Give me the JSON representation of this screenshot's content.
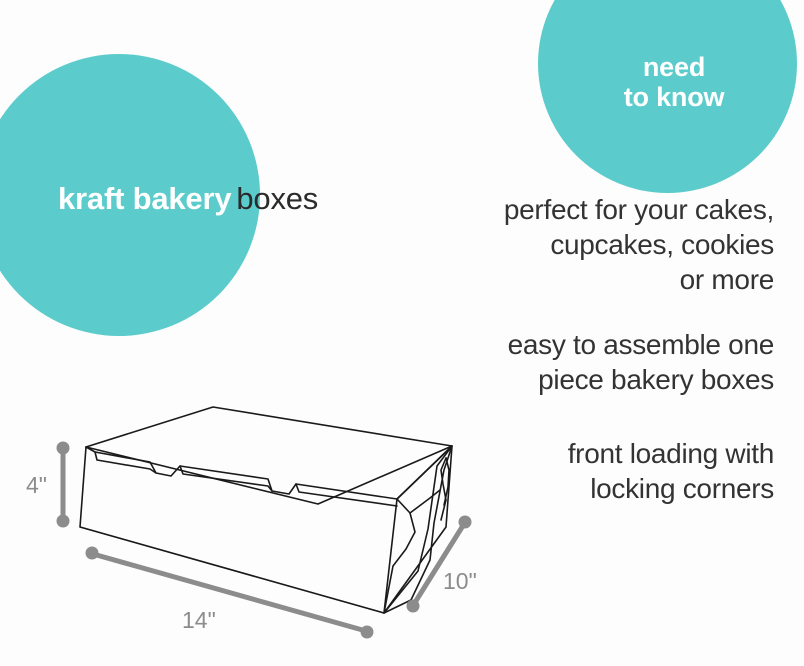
{
  "colors": {
    "teal": "#5bcccb",
    "background": "#fdfdfd",
    "body_text": "#333333",
    "headline_dark": "#2b2b2b",
    "dimension_gray": "#8c8c8c",
    "line_art": "#1a1a1a"
  },
  "headline": {
    "emphasis": "kraft bakery",
    "rest": "boxes"
  },
  "badge": {
    "line1": "need",
    "line2": "to know"
  },
  "features": [
    {
      "id": "feature-1",
      "lines": [
        "perfect for your cakes,",
        "cupcakes, cookies",
        "or more"
      ],
      "text": "perfect for your cakes, cupcakes, cookies or more"
    },
    {
      "id": "feature-2",
      "lines": [
        "easy to assemble one",
        "piece bakery boxes"
      ],
      "text": "easy to assemble one piece bakery boxes"
    },
    {
      "id": "feature-3",
      "lines": [
        "front loading with",
        "locking corners"
      ],
      "text": "front loading with locking corners"
    }
  ],
  "dimensions": {
    "height": "4\"",
    "width": "14\"",
    "depth": "10\""
  }
}
